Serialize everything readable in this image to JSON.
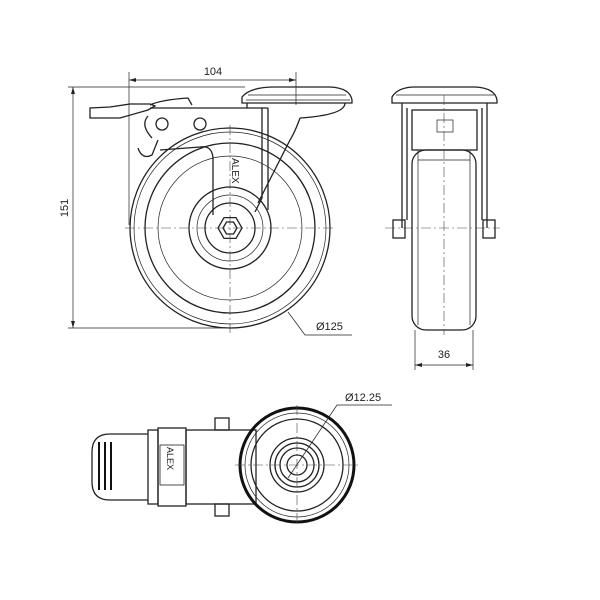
{
  "drawing": {
    "brand": "ALEX",
    "dimensions": {
      "mounting_width": "104",
      "overall_height": "151",
      "wheel_diameter": "Ø125",
      "wheel_width": "36",
      "axle_diameter": "Ø12.25"
    }
  }
}
